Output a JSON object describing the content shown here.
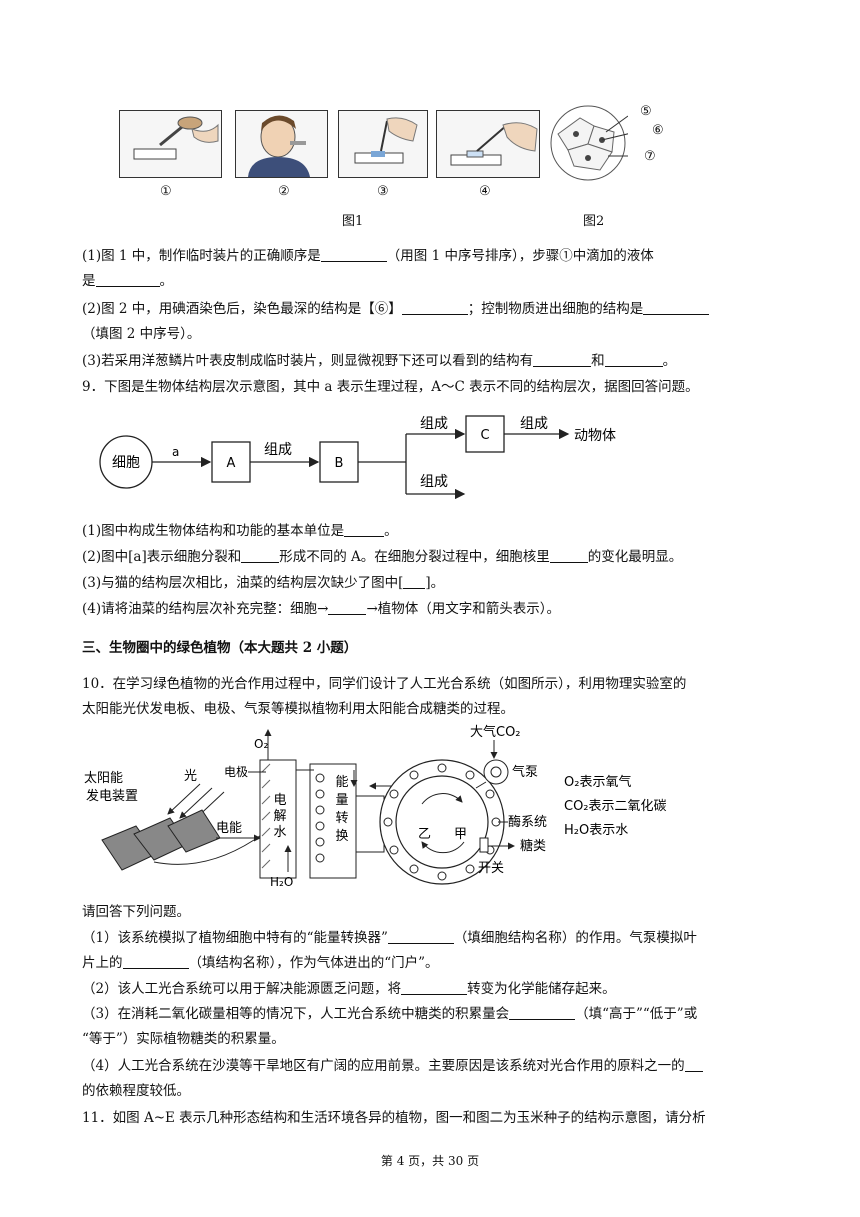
{
  "fig1": {
    "steps": [
      "①",
      "②",
      "③",
      "④"
    ],
    "caption": "图1",
    "cell_labels": [
      "⑤",
      "⑥",
      "⑦"
    ],
    "caption2": "图2"
  },
  "q8": {
    "p1a": "(1)图 1 中，制作临时装片的正确顺序是",
    "p1b": "（用图 1 中序号排序），步骤①中滴加的液体",
    "p1c": "是",
    "p1d": "。",
    "p2a": "(2)图 2 中，用碘酒染色后，染色最深的结构是【⑥】",
    "p2b": "；控制物质进出细胞的结构是",
    "p2c": "（填图 2 中序号）。",
    "p3a": "(3)若采用洋葱鳞片叶表皮制成临时装片，则显微视野下还可以看到的结构有",
    "p3b": "和",
    "p3c": "。"
  },
  "q9": {
    "stem": "9．下图是生物体结构层次示意图，其中 a 表示生理过程，A～C 表示不同的结构层次，据图回答问题。",
    "diagram": {
      "cell": "细胞",
      "a": "a",
      "A": "A",
      "compose1": "组成",
      "B": "B",
      "compose2": "组成",
      "C": "C",
      "compose3": "组成",
      "animal": "动物体",
      "compose4": "组成"
    },
    "p1a": "(1)图中构成生物体结构和功能的基本单位是",
    "p1b": "。",
    "p2a": "(2)图中[a]表示细胞分裂和",
    "p2b": "形成不同的 A。在细胞分裂过程中，细胞核里",
    "p2c": "的变化最明显。",
    "p3a": "(3)与猫的结构层次相比，油菜的结构层次缺少了图中[",
    "p3b": "]。",
    "p4a": "(4)请将油菜的结构层次补充完整：细胞→",
    "p4b": "→植物体（用文字和箭头表示）。"
  },
  "section3": "三、生物圈中的绿色植物（本大题共 2 小题）",
  "q10": {
    "stem1": "10．在学习绿色植物的光合作用过程中，同学们设计了人工光合系统（如图所示），利用物理实验室的",
    "stem2": "太阳能光伏发电板、电极、气泵等模拟植物利用太阳能合成糖类的过程。",
    "diagram": {
      "solar": "太阳能",
      "solar2": "发电装置",
      "light": "光",
      "electrode": "电极",
      "o2": "O₂",
      "electric": "电能",
      "electrolysis": [
        "电",
        "解",
        "水"
      ],
      "energy": [
        "能",
        "量",
        "转",
        "换"
      ],
      "h2o": "H₂O",
      "co2": "大气CO₂",
      "pump": "气泵",
      "yi": "乙",
      "jia": "甲",
      "enzyme": "酶系统",
      "sugar": "糖类",
      "switch": "开关",
      "legend": [
        "O₂表示氧气",
        "CO₂表示二氧化碳",
        "H₂O表示水"
      ]
    },
    "prompt": "请回答下列问题。",
    "p1a": "（1）该系统模拟了植物细胞中特有的“能量转换器”",
    "p1b": "（填细胞结构名称）的作用。气泵模拟叶",
    "p1c": "片上的",
    "p1d": "（填结构名称），作为气体进出的“门户”。",
    "p2a": "（2）该人工光合系统可以用于解决能源匮乏问题，将",
    "p2b": "转变为化学能储存起来。",
    "p3a": "（3）在消耗二氧化碳量相等的情况下，人工光合系统中糖类的积累量会",
    "p3b": "（填“高于”“低于”或",
    "p3c": "“等于”）实际植物糖类的积累量。",
    "p4a": "（4）人工光合系统在沙漠等干旱地区有广阔的应用前景。主要原因是该系统对光合作用的原料之一的",
    "p4b": "的依赖程度较低。"
  },
  "q11": {
    "stem": "11．如图 A~E 表示几种形态结构和生活环境各异的植物，图一和图二为玉米种子的结构示意图，请分析"
  },
  "footer": "第 4 页，共 30 页"
}
